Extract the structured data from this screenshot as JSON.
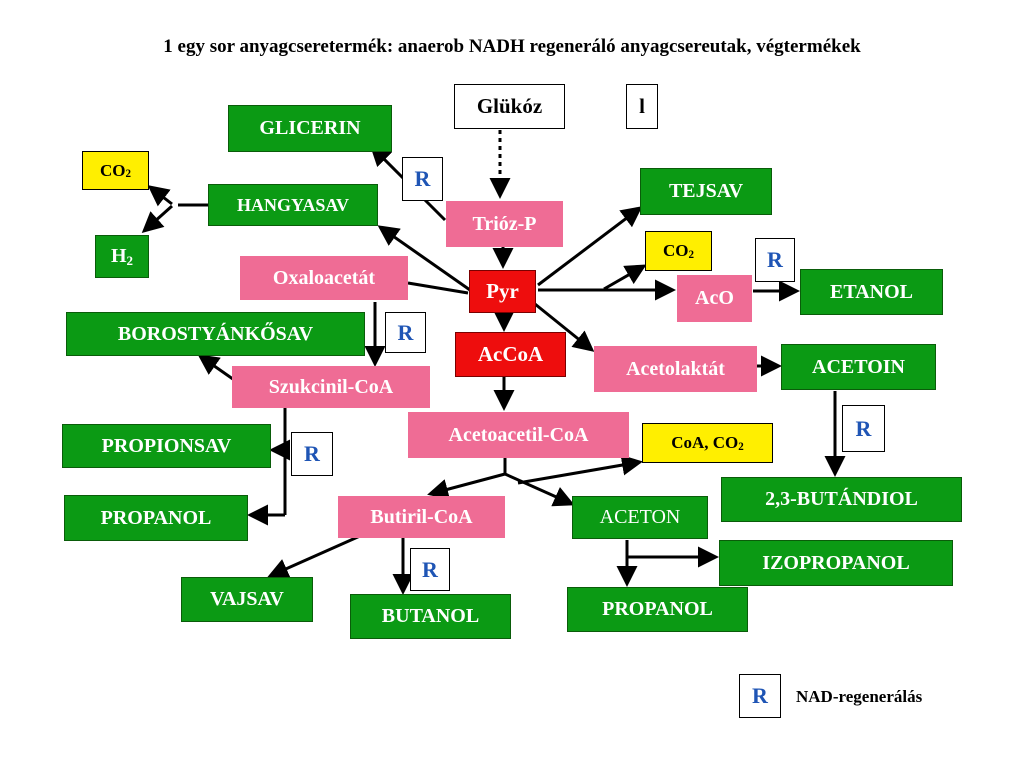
{
  "title": "1 egy sor anyagcseretermék: anaerob NADH regeneráló anyagcsereutak, végtermékek",
  "colors": {
    "product": "#0b9a14",
    "intermediate": "#ef6c95",
    "central": "#ee0d0d",
    "gas": "#ffef00",
    "nad_marker_text": "#1f55b5"
  },
  "nodes": {
    "glukoz": "Glükóz",
    "l": "l",
    "glicerin": "GLICERIN",
    "co2_a": "CO",
    "co2_a_sub": "2",
    "hangyasav": "HANGYASAV",
    "h2": "H",
    "h2_sub": "2",
    "trioz": "Trióz-P",
    "tejsav": "TEJSAV",
    "co2_b": "CO",
    "co2_b_sub": "2",
    "oxaloacetat": "Oxaloacetát",
    "pyr": "Pyr",
    "aco": "AcO",
    "etanol": "ETANOL",
    "borostyankosav": "BOROSTYÁNKŐSAV",
    "accoa": "AcCoA",
    "acetolaktat": "Acetolaktát",
    "acetoin": "ACETOIN",
    "szukcinil": "Szukcinil-CoA",
    "acetoacetil": "Acetoacetil-CoA",
    "propionsav": "PROPIONSAV",
    "coa_co2": "CoA, CO",
    "coa_co2_sub": "2",
    "butandiol": "2,3-BUTÁNDIOL",
    "propanol1": "PROPANOL",
    "butiril": "Butiril-CoA",
    "aceton": "ACETON",
    "izopropanol": "IZOPROPANOL",
    "vajsav": "VAJSAV",
    "butanol": "BUTANOL",
    "propanol2": "PROPANOL"
  },
  "r_marker": "R",
  "legend": {
    "marker": "R",
    "label": "NAD-regenerálás"
  }
}
